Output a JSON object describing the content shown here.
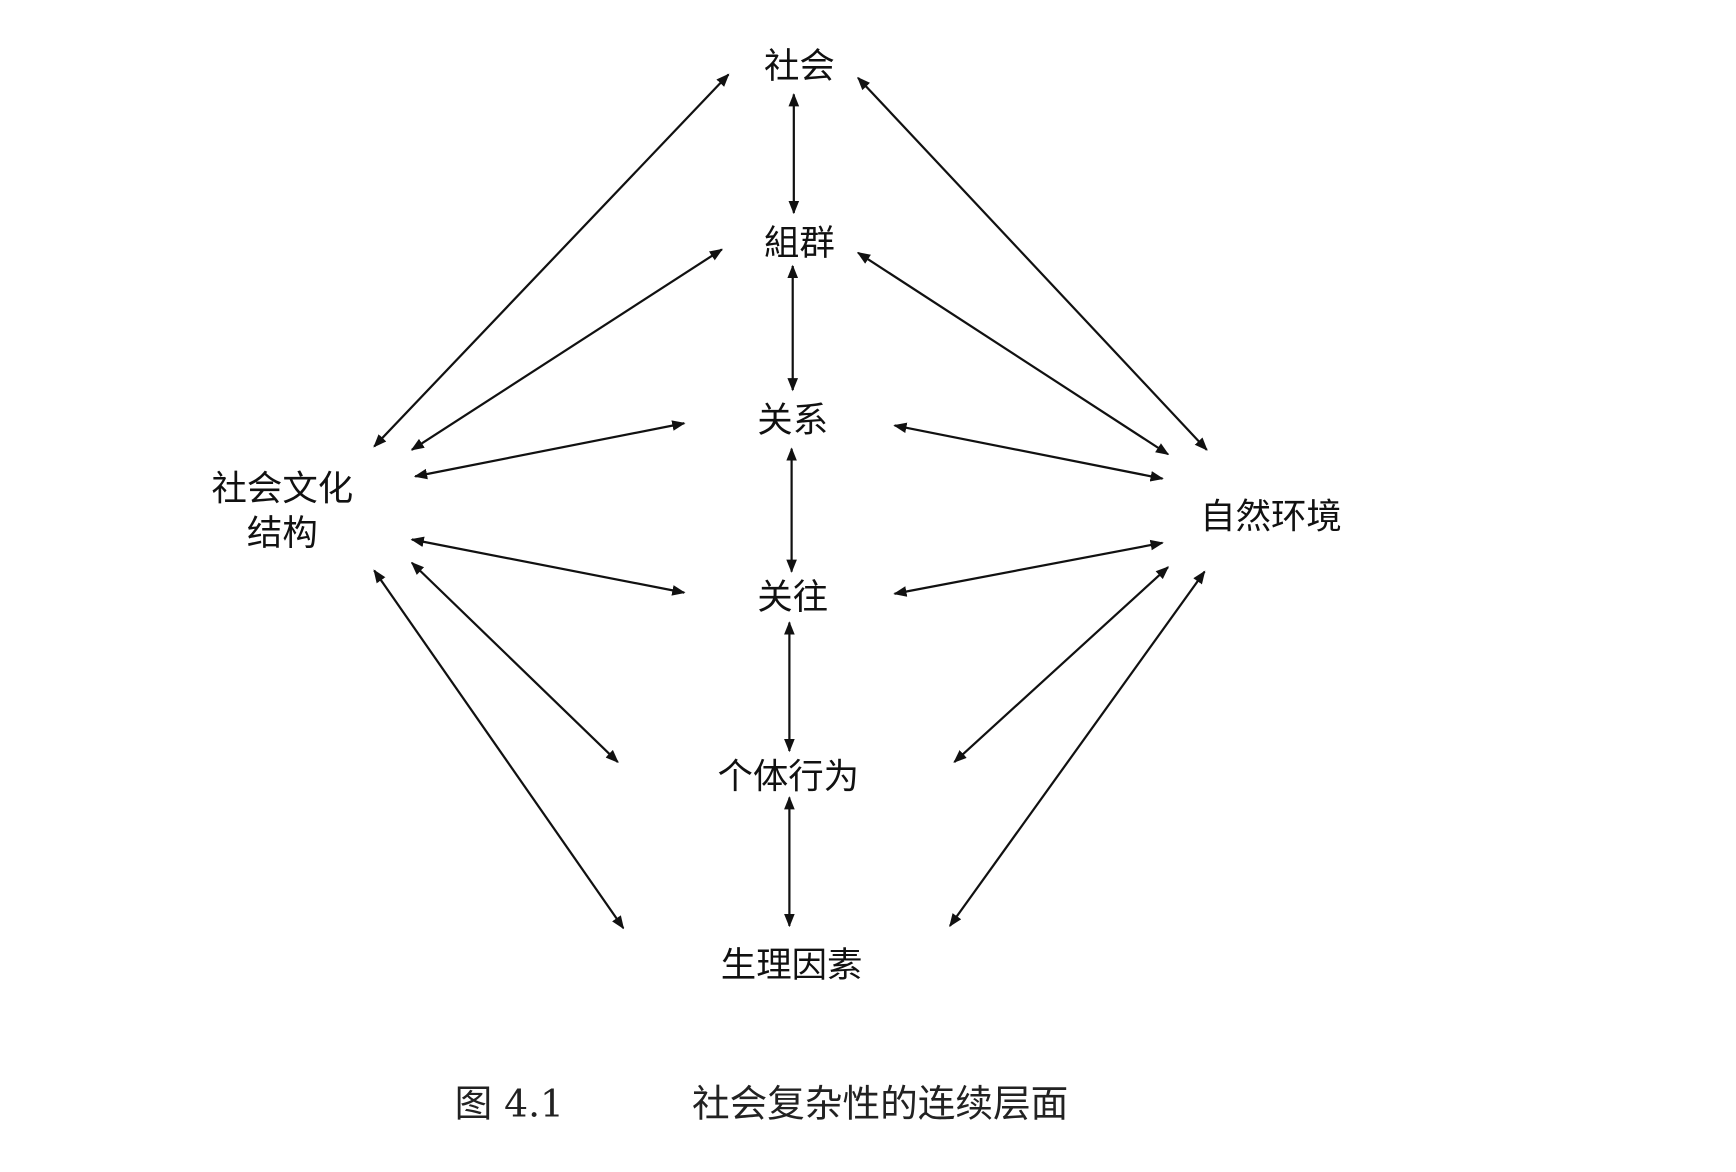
{
  "nodes": {
    "society": "社会",
    "group": "組群",
    "relation": "关系",
    "interaction": "关往",
    "individual_behavior": "个体行为",
    "physiological_factors": "生理因素",
    "sociocultural_structure_line1": "社会文化",
    "sociocultural_structure_line2": "结构",
    "natural_environment": "自然环境"
  },
  "edges": [
    [
      "society",
      "group"
    ],
    [
      "group",
      "relation"
    ],
    [
      "relation",
      "interaction"
    ],
    [
      "interaction",
      "individual_behavior"
    ],
    [
      "individual_behavior",
      "physiological_factors"
    ],
    [
      "sociocultural_structure",
      "society"
    ],
    [
      "sociocultural_structure",
      "group"
    ],
    [
      "sociocultural_structure",
      "relation"
    ],
    [
      "sociocultural_structure",
      "interaction"
    ],
    [
      "sociocultural_structure",
      "individual_behavior"
    ],
    [
      "sociocultural_structure",
      "physiological_factors"
    ],
    [
      "natural_environment",
      "society"
    ],
    [
      "natural_environment",
      "group"
    ],
    [
      "natural_environment",
      "relation"
    ],
    [
      "natural_environment",
      "interaction"
    ],
    [
      "natural_environment",
      "individual_behavior"
    ],
    [
      "natural_environment",
      "physiological_factors"
    ]
  ],
  "caption": {
    "number": "图 4.1",
    "title": "社会复杂性的连续层面"
  }
}
